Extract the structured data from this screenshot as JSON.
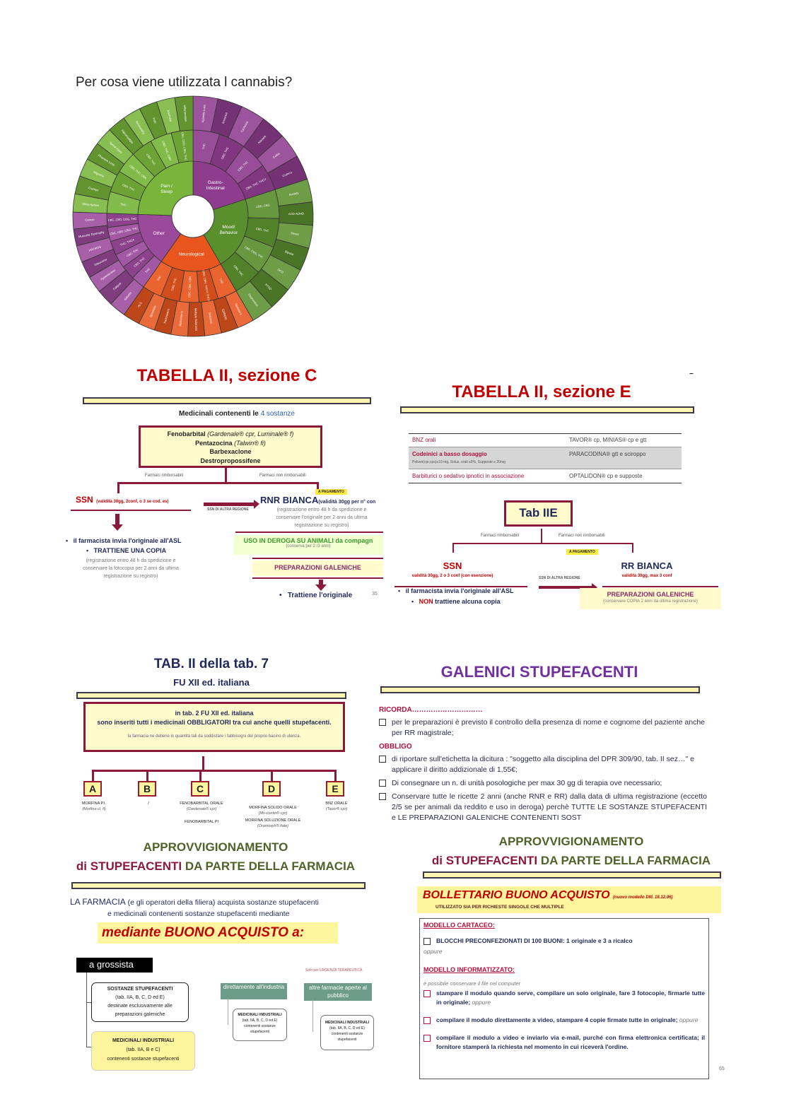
{
  "page1": {
    "question": "Per cosa viene utilizzata l cannabis?",
    "wheel": {
      "categories": [
        {
          "label": "Gastro-\nIntestinal",
          "start": 0,
          "end": 72,
          "color": "#8e3d8e",
          "middle": [
            "THC",
            "CBD, THC",
            "CBD, THC",
            "CBD, THC, THCV"
          ],
          "outer": [
            "Appetite Loss",
            "Anorexia",
            "Cachexia",
            "Nausea",
            "Colitis",
            "Crohn's"
          ]
        },
        {
          "label": "Mood/\nBehavior",
          "start": 72,
          "end": 150,
          "color": "#5a8f2e",
          "middle": [
            "CBD, CBG",
            "CBD, THC",
            "CBD, CBG, THC",
            "CBD, THC"
          ],
          "outer": [
            "Anxiety",
            "ADD-ADHD",
            "Stress",
            "Bipolar",
            "OCD",
            "PTSD",
            "Depression"
          ]
        },
        {
          "label": "Neurological",
          "start": 150,
          "end": 215,
          "color": "#e8561e",
          "middle": [
            "THC",
            "CBD, CBN, THCV, THCA",
            "CBC, CBD, CBN",
            "CBD, THC",
            "THC"
          ],
          "outer": [
            "Tourette's",
            "Epilepsy",
            "Seizures",
            "Multiple Sclerosis",
            "Alzheimer's",
            "Parkinson's",
            "Spasticity",
            "ALS"
          ]
        },
        {
          "label": "Other",
          "start": 215,
          "end": 272,
          "color": "#9b4a9b",
          "middle": [
            "THC",
            "CBD, THC",
            "CBD, THC",
            "THC, THCA",
            "CBC, CBD, CBG, THC",
            "CBC, CBD, CBG, THC"
          ],
          "outer": [
            "Arthritis",
            "Fatigue",
            "Hypertension",
            "Glaucoma",
            "HIV/AIDS",
            "Muscular Dystrophy",
            "Cancer"
          ]
        },
        {
          "label": "Pain /\nSleep",
          "start": 272,
          "end": 360,
          "color": "#78b53a",
          "middle": [
            "THC",
            "CBD, THC",
            "CBD, THC, CBN",
            "CBD, THC",
            "CBD, THC, CBN",
            "CBC, CBD, CBG, THC"
          ],
          "outer": [
            "Sleep Apnea",
            "Cramps",
            "Migraine",
            "Phantom Limb",
            "Spinal Injury",
            "Fibromyalgia",
            "Neuropathy",
            "Pain",
            "Insomnia",
            "Inflammation"
          ]
        }
      ]
    }
  },
  "slide_c": {
    "title": "TABELLA II, sezione C",
    "subtitle_a": "Medicinali contenenti le ",
    "subtitle_b": "4 sostanze",
    "box": [
      {
        "a": "Fenobarbital ",
        "b": "(Gardenale® cpr, Luminale® f)"
      },
      {
        "a": "Pentazocina ",
        "b": "(Talwin® fi)"
      },
      {
        "a": "Barbexaclone",
        "b": ""
      },
      {
        "a": "Destropropossifene",
        "b": ""
      }
    ],
    "branch_left": "Farmaci rimborsabili",
    "branch_right": "Farmaci non rimborsabili",
    "a_pagamento": "A PAGAMENTO",
    "ssn": "SSN",
    "ssn_note": "(validità 30gg, 2conf, o 3 se cod. es)",
    "arrow_label": "SSN DI ALTRA REGIONE",
    "rnr": "RNR BIANCA",
    "rnr_note": "(validità 30gg per n° con",
    "rnr_text": [
      "(registrazione entro 48 h da spedizione e",
      "conservare l'originale per 2 anni da ultima",
      "registrazione su registro)"
    ],
    "deroga": "USO IN DEROGA SU ANIMALI da compagn",
    "deroga_note": "(conserva per 2 /3 anni)",
    "galeniche": "PREPARAZIONI GALENICHE",
    "trattiene": "Trattiene l'originale",
    "left_bullet_1": "il farmacista invia l'originale all'ASL",
    "left_bullet_2": "TRATTIENE UNA COPIA",
    "left_text": [
      "(registrazione entro 48 h da spedizione e",
      "conservare la fotocopia per 2 anni da ultima",
      "registrazione su registro)"
    ],
    "page_number": "35"
  },
  "slide_e": {
    "title": "TABELLA II, sezione E",
    "dash": "−",
    "table": [
      {
        "left": "BNZ orali",
        "sub": "",
        "right": "TAVOR® cp, MINIAS® cp e gtt"
      },
      {
        "left": "Codeinici a basso dosaggio",
        "sub": "Polveri(cpr,cps)≤10 mg, Soluz. orali ≤5%, Supposte ≤ 20mg",
        "right": "PARACODINA® gtt e sciroppo"
      },
      {
        "left": "Barbiturici o sedativo ipnotici in associazione",
        "sub": "",
        "right": "OPTALIDON® cp e supposte"
      }
    ],
    "box": "Tab IIE",
    "branch_left": "Farmaci rimborsabili",
    "branch_right": "Farmaci non rimborsabili",
    "a_pagamento": "A PAGAMENTO",
    "ssn": "SSN",
    "ssn_note": "validità 30gg, 2 o 3 conf (con esenzione)",
    "arrow_label": "SSN DI ALTRA REGIONE",
    "rr": "RR BIANCA",
    "rr_note": "validità 30gg, max 3 conf",
    "bullet_1": "il farmacista invia l'originale all'ASL",
    "bullet_2a": "NON",
    "bullet_2b": " trattiene alcuna copia",
    "galeniche": "PREPARAZIONI GALENICHE",
    "galeniche_note": "(conservare COPIA 2 anni da ultima registrazione)"
  },
  "slide_tab7": {
    "title": "TAB. II della tab. 7",
    "subtitle": "FU XII ed. italiana",
    "box_line1": "in tab. 2 FU XII ed. italiana",
    "box_line2": "sono inseriti tutti i medicinali OBBLIGATORI tra cui anche quelli stupefacenti.",
    "box_line3": "la farmacia ne detiene in quantità tali da soddisfare i fabbisogni del proprio bacino di utenza.",
    "columns": [
      {
        "letter": "A",
        "items": [
          {
            "name": "MORFINA P.I.",
            "brand": "(Morfina cl. fi)"
          }
        ]
      },
      {
        "letter": "B",
        "items": [
          {
            "name": "/",
            "brand": ""
          }
        ]
      },
      {
        "letter": "C",
        "items": [
          {
            "name": "FENOBARBITAL ORALE",
            "brand": "(Gardenale® cpr)"
          },
          {
            "name": "FENOBARBITAL PI",
            "brand": ""
          }
        ]
      },
      {
        "letter": "D",
        "items": [
          {
            "name": "MORFINA SOLIDO ORALE",
            "brand": "(Ms-contin® cpr)"
          },
          {
            "name": "MORFINA SOLUZIONE ORALE",
            "brand": "(Oramorph® fiale)"
          }
        ]
      },
      {
        "letter": "E",
        "items": [
          {
            "name": "BNZ ORALE",
            "brand": "(Tavor® cpr)"
          }
        ]
      }
    ]
  },
  "slide_galenici": {
    "title": "GALENICI STUPEFACENTI",
    "ricorda": "RICORDA…………………………",
    "ricorda_items": [
      "per le preparazioni è previsto il controllo della presenza di nome e cognome del paziente anche per RR magistrale;"
    ],
    "obbligo": "OBBLIGO",
    "obbligo_items": [
      "di riportare sull'etichetta la dicitura : \"soggetto alla disciplina del DPR 309/90, tab. II sez…\" e applicare il diritto addizionale di 1,55€;",
      "Di consegnare un n. di unità posologiche per max 30 gg di terapia ove necessario;",
      "Conservare tutte le ricette 2 anni (anche RNR e RR) dalla data di ultima registrazione (eccetto 2/5 se per animali da reddito e uso in deroga) perchè TUTTE LE SOSTANZE STUPEFACENTI e LE PREPARAZIONI GALENICHE CONTENENTI SOST"
    ]
  },
  "slide_approv_left": {
    "title1": "APPROVVIGIONAMENTO",
    "title2a": "di STUPEFACENTI",
    "title2b": " DA PARTE DELLA FARMACIA",
    "intro_a": "LA FARMACIA",
    "intro_b": " (e gli operatori della filiera) acquista sostanze stupefacenti",
    "intro_c": "e medicinali contenenti sostanze stupefacenti mediante",
    "band": "mediante BUONO ACQUISTO a:",
    "grossista": "a grossista",
    "sostanze": [
      "SOSTANZE STUPEFACENTI",
      "(tab. IIA, B, C, D ed E)",
      "destinate esclusivamente alle",
      "preparazioni galeniche"
    ],
    "medicinali": [
      "MEDICINALI INDUSTRIALI",
      "(tab. IIA, B e C)",
      "contenenti sostanze stupefacenti"
    ],
    "industria": "direttamente all'industria",
    "industria_box": [
      "MEDICINALI INDUSTRIALI",
      "(tab. IIA, B, C, D ed E)",
      "contenenti sostanze",
      "stupefacenti"
    ],
    "urgenza": "Solo per URGENZA TERAPEUTICA",
    "altre": "altre farmacie aperte al pubblico",
    "altre_box": [
      "MEDICINALI INDUSTRIALI",
      "(tab. IIA, B, C, D ed E)",
      "contenenti sostanze",
      "stupefacenti"
    ]
  },
  "slide_approv_right": {
    "title1": "APPROVVIGIONAMENTO",
    "title2a": "di STUPEFACENTI",
    "title2b": " DA PARTE DELLA FARMACIA",
    "bollettario": "BOLLETTARIO BUONO ACQUISTO",
    "bollettario_note": "(nuovo modello DM. 18.12.06)",
    "bollettario_sub": "UTILIZZATO SIA PER RICHIESTE SINGOLE CHE MULTIPLE",
    "cartaceo": "MODELLO CARTACEO:",
    "cartaceo_item": "BLOCCHI PRECONFEZIONATI DI 100 BUONI: 1 originale e 3 a ricalco",
    "oppure": "oppure",
    "informatizzato": "MODELLO INFORMATIZZATO:",
    "info_intro": "è possibile conservare il file nel computer",
    "items": [
      {
        "text": "stampare il modulo quando serve, compilare un solo originale, fare 3 fotocopie, firmarle tutte in originale;",
        "tail": " oppure"
      },
      {
        "text": "compilare il modulo direttamente a video, stampare 4 copie firmate tutte in originale;",
        "tail": " oppure"
      },
      {
        "text": "compilare il modulo a video e inviarlo via e-mail, purché con firma elettronica certificata; il fornitore stamperà la richiesta nel momento in cui riceverà l'ordine.",
        "tail": ""
      }
    ],
    "page_number": "65"
  }
}
